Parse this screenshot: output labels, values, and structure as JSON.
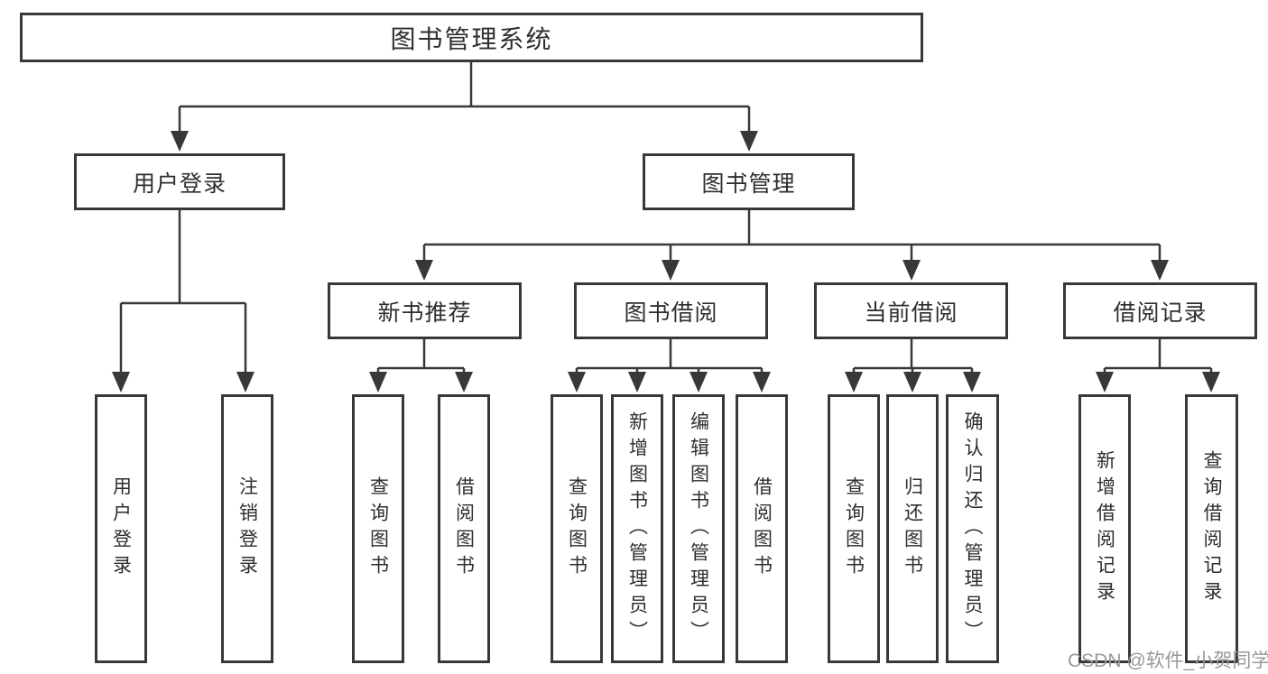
{
  "diagram_type": "function-structure-tree",
  "tree": {
    "label": "图书管理系统",
    "children": [
      {
        "label": "用户登录",
        "children": [
          {
            "label": "用户登录"
          },
          {
            "label": "注销登录"
          }
        ]
      },
      {
        "label": "图书管理",
        "children": [
          {
            "label": "新书推荐",
            "children": [
              {
                "label": "查询图书"
              },
              {
                "label": "借阅图书"
              }
            ]
          },
          {
            "label": "图书借阅",
            "children": [
              {
                "label": "查询图书"
              },
              {
                "label": "新增图书（管理员）"
              },
              {
                "label": "编辑图书（管理员）"
              },
              {
                "label": "借阅图书"
              }
            ]
          },
          {
            "label": "当前借阅",
            "children": [
              {
                "label": "查询图书"
              },
              {
                "label": "归还图书"
              },
              {
                "label": "确认归还（管理员）"
              }
            ]
          },
          {
            "label": "借阅记录",
            "children": [
              {
                "label": "新增借阅记录"
              },
              {
                "label": "查询借阅记录"
              }
            ]
          }
        ]
      }
    ]
  },
  "watermark": "CSDN @软件_小贺同学",
  "colors": {
    "line": "#383838",
    "box_border": "#383838",
    "text": "#2e2e2e",
    "watermark": "#999999",
    "background": "#ffffff"
  }
}
